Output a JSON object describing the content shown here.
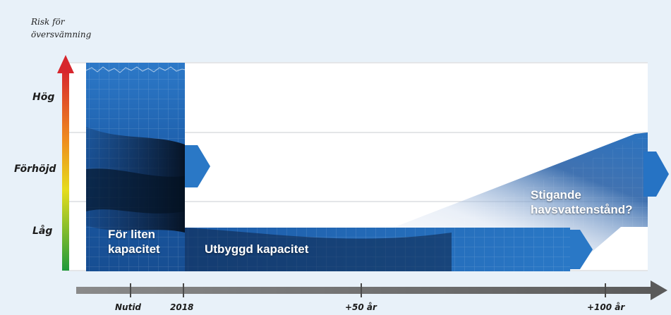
{
  "risk_label": "Risk för\növersvämning",
  "levels": {
    "high": "Hög",
    "elevated": "Förhöjd",
    "low": "Låg"
  },
  "timeline": {
    "ticks": [
      "Nutid",
      "2018",
      "+50 år",
      "+100 år"
    ]
  },
  "blocks": {
    "current": "För liten\nkapacitet",
    "expanded": "Utbyggd kapacitet",
    "rising": "Stigande\nhavsvattenstånd?"
  },
  "colors": {
    "background": "#e8f1f9",
    "block_blue": "#1f67b8",
    "block_dark": "#0c1a33",
    "axis_gray": "#6e6e6e",
    "gradient_top": "#d7262d",
    "gradient_mid": "#e5dd1f",
    "gradient_bottom": "#1e9a3a"
  }
}
